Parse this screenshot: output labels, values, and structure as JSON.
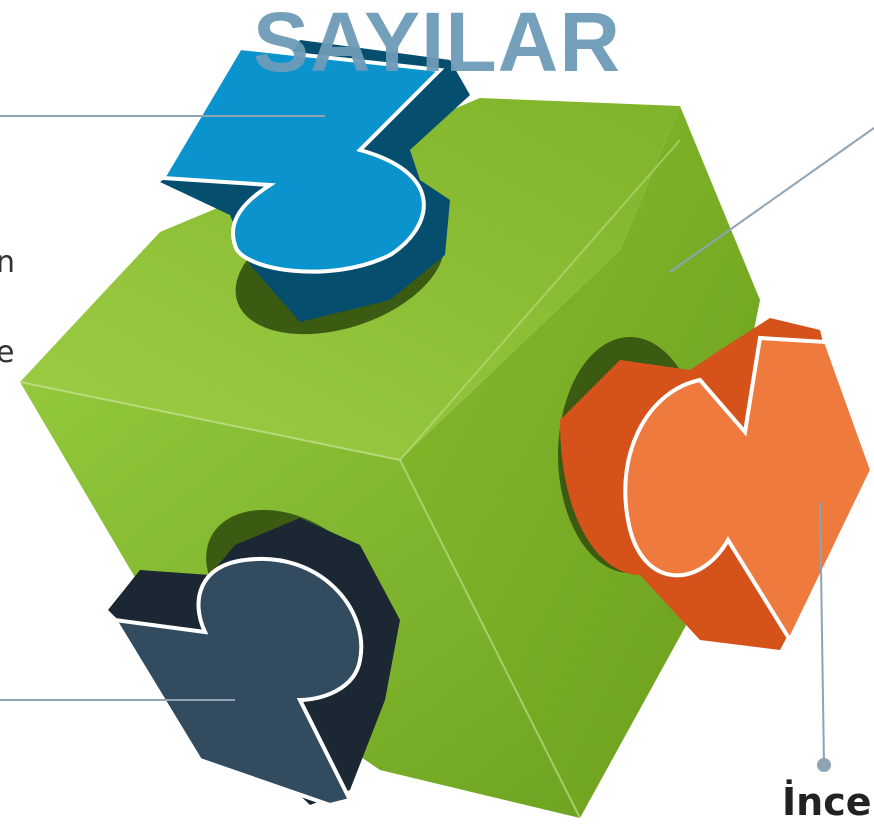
{
  "title": "SAYILAR",
  "left_text_lines": [
    "n",
    "e"
  ],
  "bottom_label": "İncel",
  "colors": {
    "title": "#6e9bb8",
    "cube_green": "#8fc43a",
    "blue_piece": "#0a93cc",
    "orange_piece": "#ee7a3e",
    "navy_piece": "#324b5e",
    "connector_line": "#8ea3b3"
  }
}
